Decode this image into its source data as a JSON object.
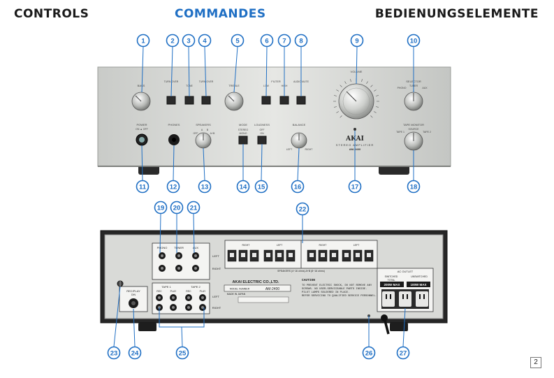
{
  "headings": {
    "en": "CONTROLS",
    "fr": "COMMANDES",
    "de": "BEDIENUNGSELEMENTE"
  },
  "page_number": "2",
  "accent_color": "#1f6fc4",
  "callouts": [
    "1",
    "2",
    "3",
    "4",
    "5",
    "6",
    "7",
    "8",
    "9",
    "10",
    "11",
    "12",
    "13",
    "14",
    "15",
    "16",
    "17",
    "18",
    "19",
    "20",
    "21",
    "22",
    "23",
    "24",
    "25",
    "26",
    "27"
  ],
  "front_panel": {
    "bass": "BASS",
    "turnover": "TURN OVER",
    "tone": "TONE",
    "treble": "TREBLE",
    "filter": "FILTER",
    "low": "LOW",
    "high": "HIGH",
    "audio_mute": "AUDIO MUTE",
    "volume": "VOLUME",
    "selector": "SELECTOR",
    "tuner": "TUNER",
    "phono": "PHONO",
    "aux": "AUX",
    "power": "POWER",
    "on_off": "ON ▲ OFF",
    "phones": "PHONES",
    "speakers": "SPEAKERS",
    "off": "OFF",
    "a": "A",
    "b": "B",
    "a_b": "A+B",
    "mode": "MODE",
    "stereo": "STEREO",
    "mono": "MONO",
    "loudness": "LOUDNESS",
    "on": "ON",
    "balance": "BALANCE",
    "left": "LEFT",
    "right": "RIGHT",
    "tape_monitor": "TAPE MONITOR",
    "source": "SOURCE",
    "tape1": "TAPE 1",
    "tape2": "TAPE 2",
    "brand": "AKAI",
    "model_line": "STEREO AMPLIFIER",
    "model": "AM-2400"
  },
  "rear_panel": {
    "phono": "PHONO",
    "tuner": "TUNER",
    "aux": "AUX",
    "left": "LEFT",
    "right": "RIGHT",
    "tape1": "TAPE 1",
    "tape2": "TAPE 2",
    "rec": "REC",
    "play": "PLAY",
    "rec_play": "REC/PLAY",
    "din": "DIN",
    "speakers_label": "SPEAKERS (4~16 ohms) A+B (8~16 ohms)",
    "company": "AKAI ELECTRIC CO.,LTD.",
    "model_number_label": "MODEL NUMBER",
    "model_number": "AM-2400",
    "made_in": "MADE IN JAPAN",
    "caution_title": "CAUTION",
    "caution_lines": [
      "TO PREVENT ELECTRIC SHOCK, DO NOT REMOVE ANY",
      "SCREWS.    NO USER-SERVICEABLE PARTS INSIDE.",
      "PILOT LAMPS SOLDERED IN PLACE.",
      "REFER SERVICING TO QUALIFIED SERVICE PERSONNEL."
    ],
    "ac_outlet": "AC OUTLET",
    "switched": "SWITCHED",
    "unswitched": "UNSWITCHED",
    "total": "TOTAL",
    "max200": "200W MAX",
    "max100": "100W MAX"
  }
}
